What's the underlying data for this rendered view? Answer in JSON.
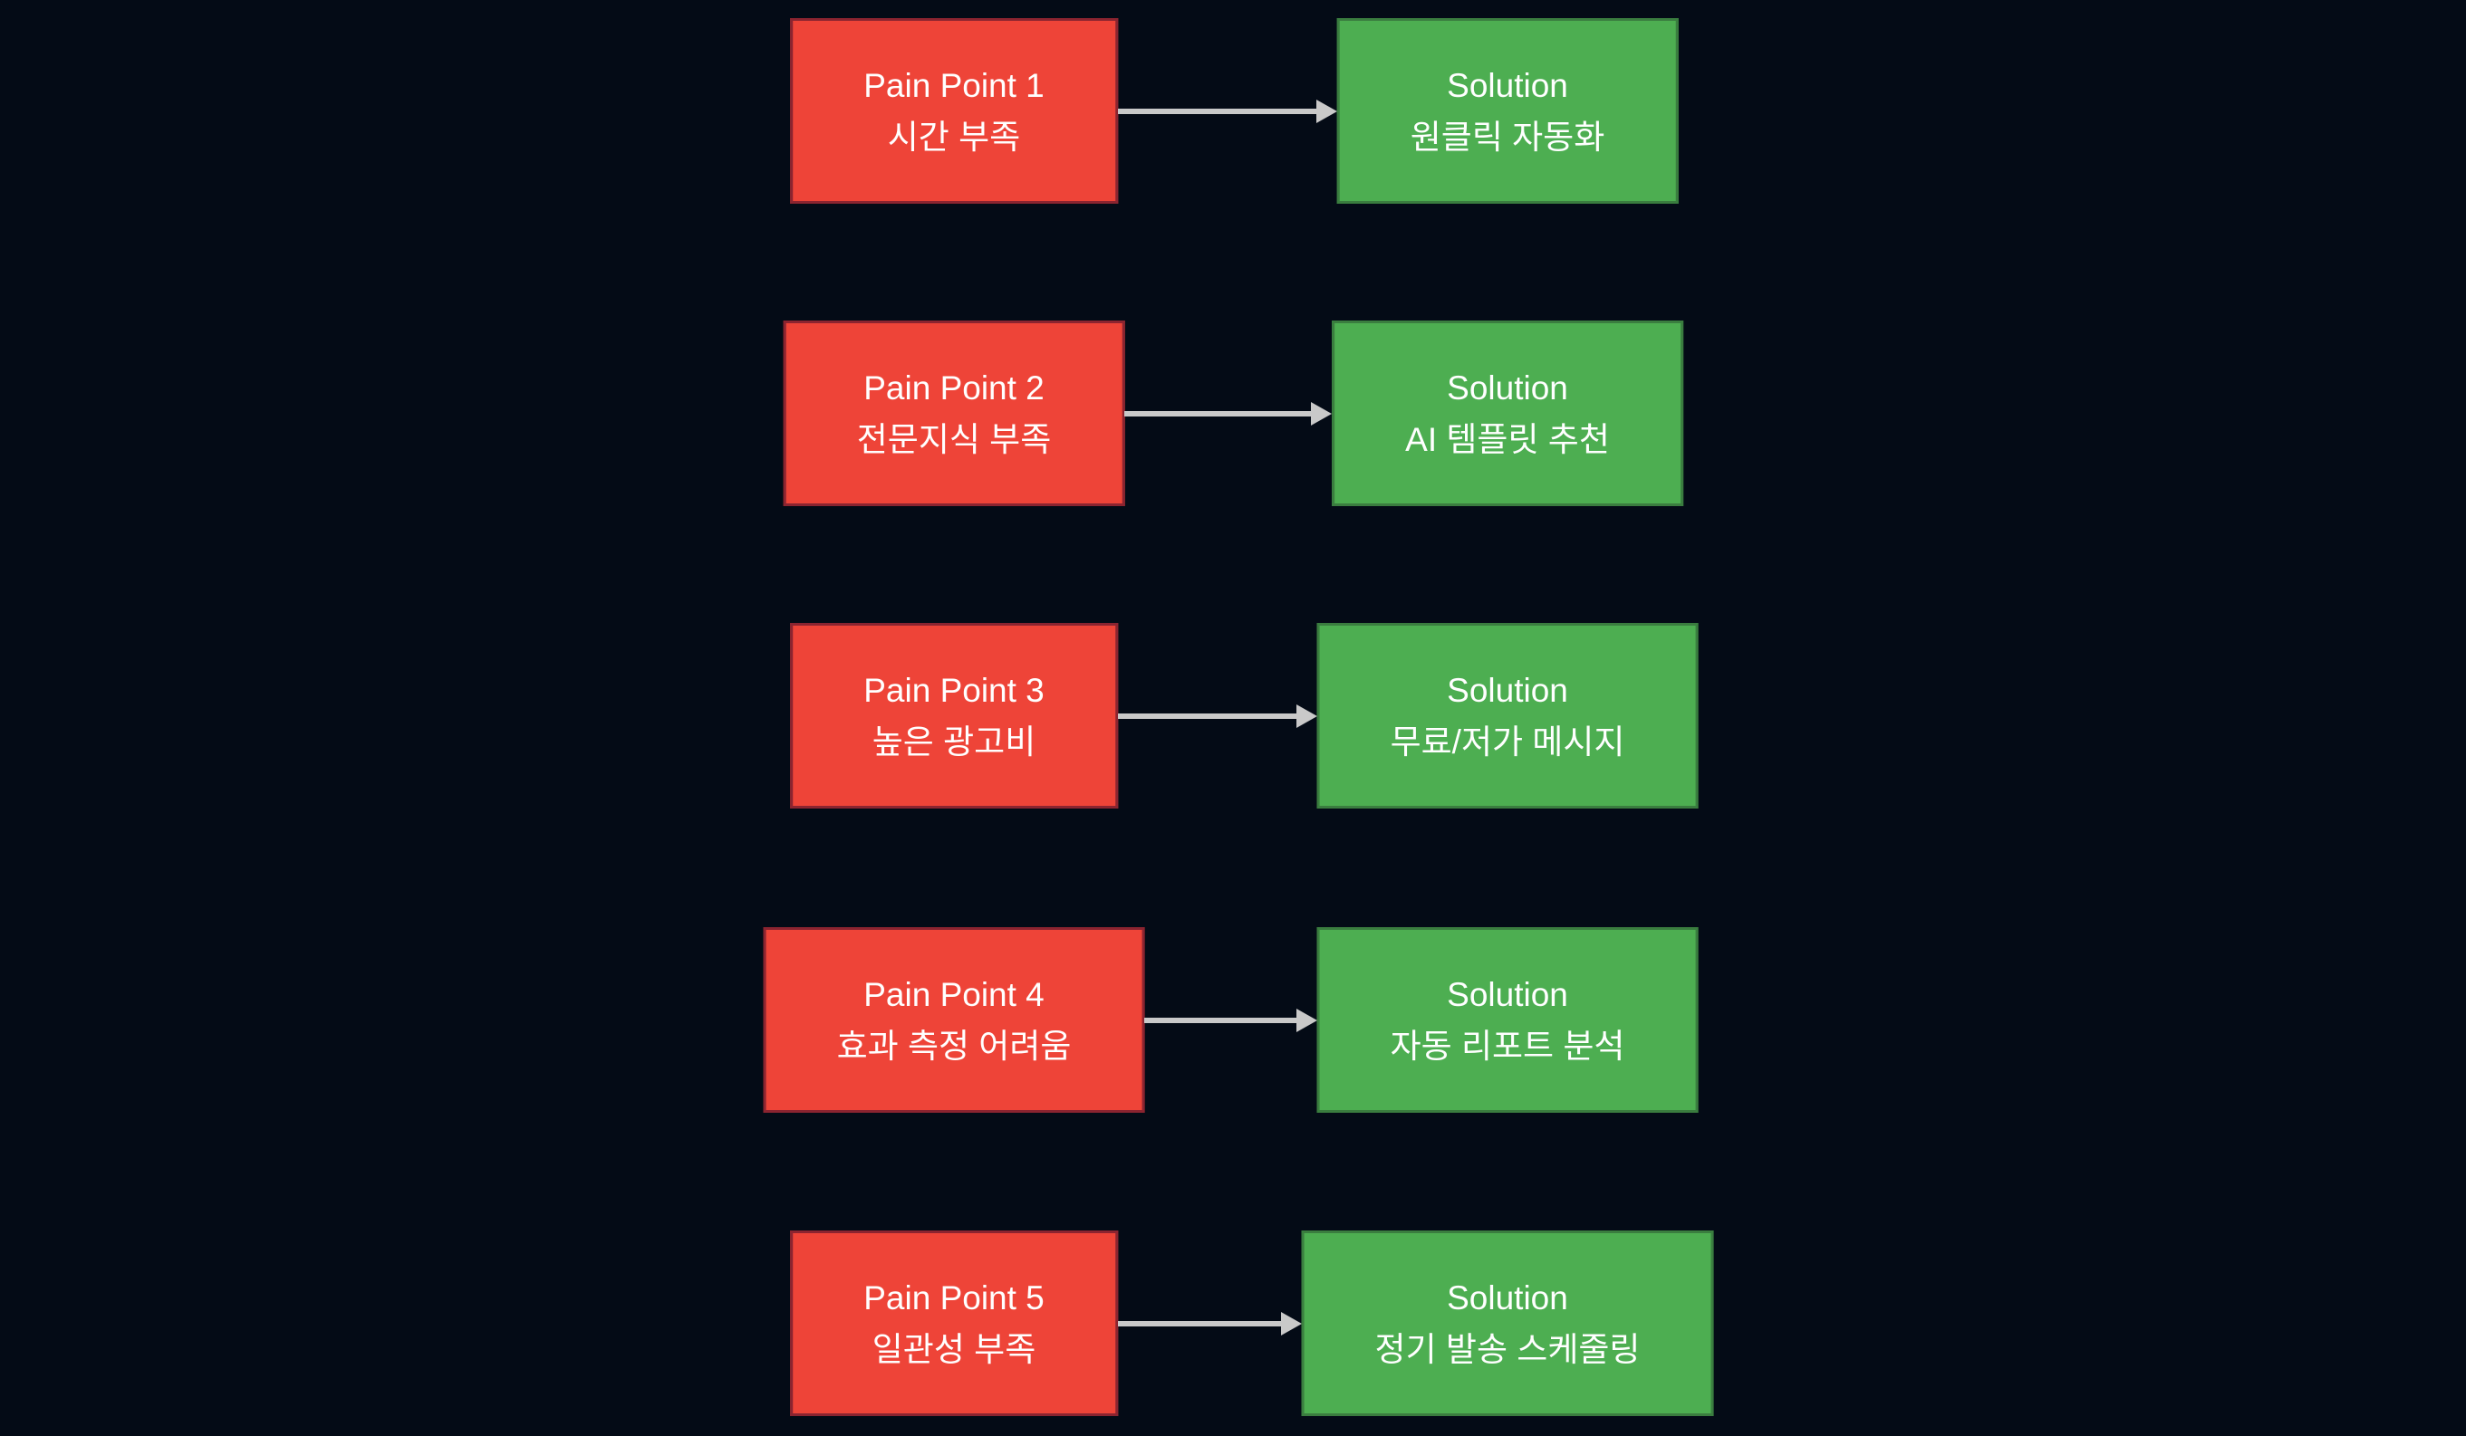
{
  "diagram": {
    "rows": [
      {
        "pain": {
          "title": "Pain Point 1",
          "subtitle": "시간 부족"
        },
        "solution": {
          "title": "Solution",
          "subtitle": "원클릭 자동화"
        }
      },
      {
        "pain": {
          "title": "Pain Point 2",
          "subtitle": "전문지식 부족"
        },
        "solution": {
          "title": "Solution",
          "subtitle": "AI 템플릿 추천"
        }
      },
      {
        "pain": {
          "title": "Pain Point 3",
          "subtitle": "높은 광고비"
        },
        "solution": {
          "title": "Solution",
          "subtitle": "무료/저가 메시지"
        }
      },
      {
        "pain": {
          "title": "Pain Point 4",
          "subtitle": "효과 측정 어려움"
        },
        "solution": {
          "title": "Solution",
          "subtitle": "자동 리포트 분석"
        }
      },
      {
        "pain": {
          "title": "Pain Point 5",
          "subtitle": "일관성 부족"
        },
        "solution": {
          "title": "Solution",
          "subtitle": "정기 발송 스케줄링"
        }
      }
    ]
  },
  "colors": {
    "background": "#040b16",
    "pain_fill": "#ee4438",
    "pain_border": "#8b2430",
    "solution_fill": "#4dae51",
    "solution_border": "#3a7d3f",
    "arrow": "#c9c9c9",
    "text": "#ffffff"
  }
}
